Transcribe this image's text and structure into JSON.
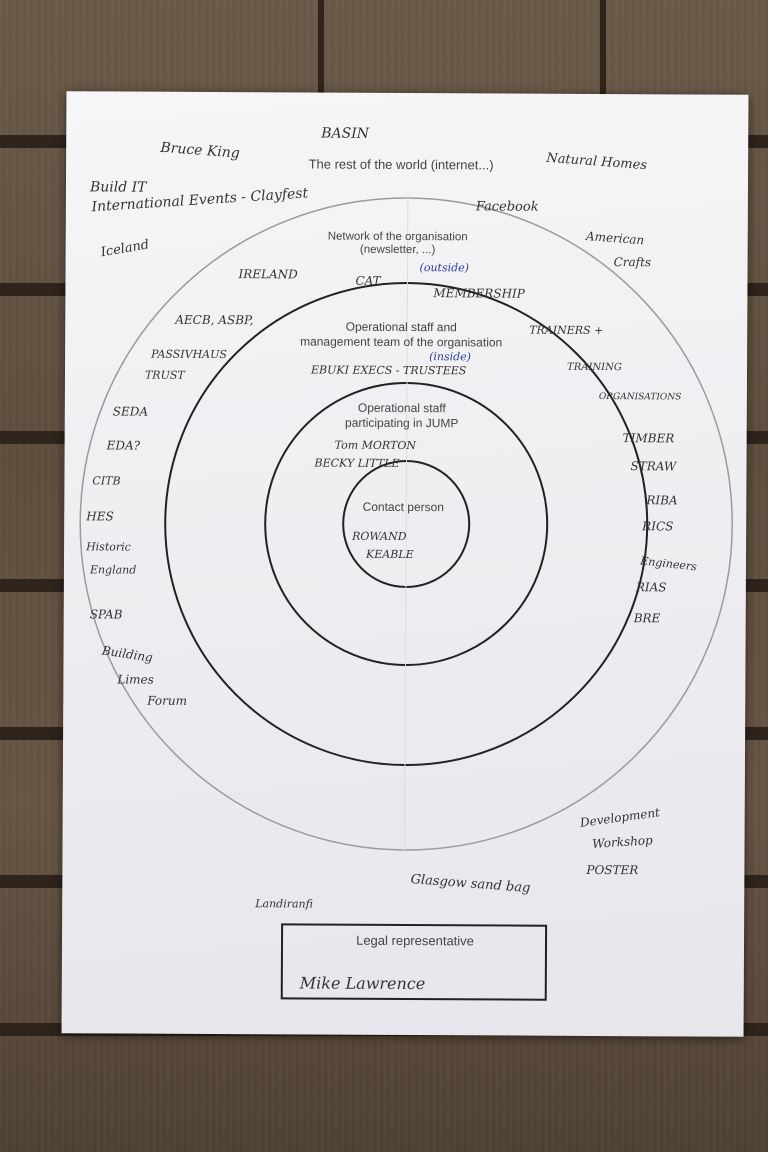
{
  "printed": {
    "world_label": "The rest of the world (internet...)",
    "network_label_1": "Network of the organisation",
    "network_label_2": "(newsletter, ...)",
    "staff_label_1": "Operational staff and",
    "staff_label_2": "management team of the organisation",
    "jump_label_1": "Operational staff",
    "jump_label_2": "participating in JUMP",
    "contact_label": "Contact person",
    "legal_label": "Legal representative"
  },
  "handwritten": {
    "world": [
      "Bruce King",
      "BASIN",
      "Natural Homes",
      "Build IT",
      "International Events - Clayfest",
      "Facebook",
      "Iceland",
      "American",
      "Crafts",
      "Landiranfi",
      "Glasgow sand bag",
      "Development",
      "Workshop",
      "POSTER"
    ],
    "network": [
      "(outside)",
      "IRELAND",
      "CAT",
      "MEMBERSHIP",
      "AECB, ASBP,",
      "PASSIVHAUS",
      "TRUST",
      "TRAINERS +",
      "TRAINING",
      "ORGANISATIONS",
      "SEDA",
      "EDA?",
      "CITB",
      "HES",
      "Historic",
      "England",
      "SPAB",
      "Building",
      "Limes",
      "Forum",
      "TIMBER",
      "STRAW",
      "RIBA",
      "RICS",
      "Engineers",
      "RIAS",
      "BRE"
    ],
    "staff": [
      "(inside)",
      "EBUKI EXECS - TRUSTEES"
    ],
    "jump": [
      "Tom MORTON",
      "BECKY LITTLE"
    ],
    "contact": [
      "ROWAND",
      "KEABLE"
    ],
    "legal": "Mike Lawrence"
  }
}
